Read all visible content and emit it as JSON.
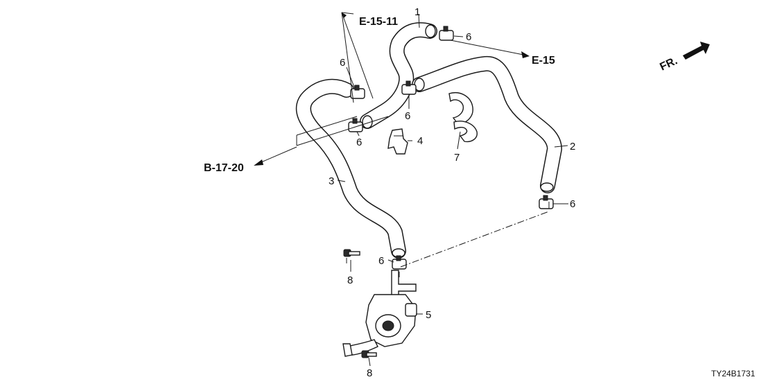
{
  "callouts": {
    "p1": "1",
    "p2": "2",
    "p3": "3",
    "p4": "4",
    "p5": "5",
    "p6a": "6",
    "p6b": "6",
    "p6c": "6",
    "p6d": "6",
    "p6e": "6",
    "p6f": "6",
    "p7": "7",
    "p8a": "8",
    "p8b": "8"
  },
  "references": {
    "e15_11": "E-15-11",
    "e15": "E-15",
    "b17_20": "B-17-20"
  },
  "direction_label": "FR.",
  "drawing_code": "TY24B1731",
  "icons": [
    "hose-icon",
    "hose-clamp-icon",
    "hose-clip-icon",
    "bracket-icon",
    "water-pump-icon",
    "bolt-icon",
    "front-arrow-icon"
  ]
}
